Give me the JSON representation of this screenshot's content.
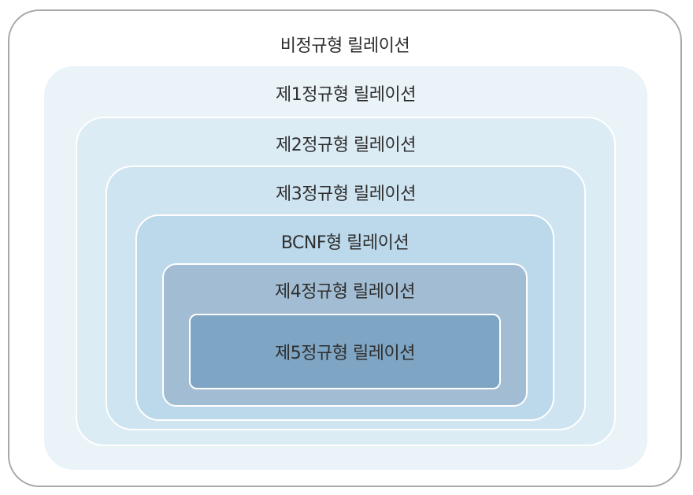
{
  "diagram": {
    "levels": [
      {
        "label": "비정규형 릴레이션"
      },
      {
        "label": "제1정규형 릴레이션"
      },
      {
        "label": "제2정규형 릴레이션"
      },
      {
        "label": "제3정규형 릴레이션"
      },
      {
        "label": "BCNF형 릴레이션"
      },
      {
        "label": "제4정규형 릴레이션"
      },
      {
        "label": "제5정규형 릴레이션"
      }
    ],
    "colors": {
      "outer_border": "#a8a8a8",
      "level1_fill": "#e9f3f8",
      "level2_fill": "#dcecf5",
      "level3_fill": "#cfe4f1",
      "bcnf_fill": "#bcd8eb",
      "level4_fill": "#a2bdd3",
      "level5_fill": "#7ea5c4"
    }
  }
}
